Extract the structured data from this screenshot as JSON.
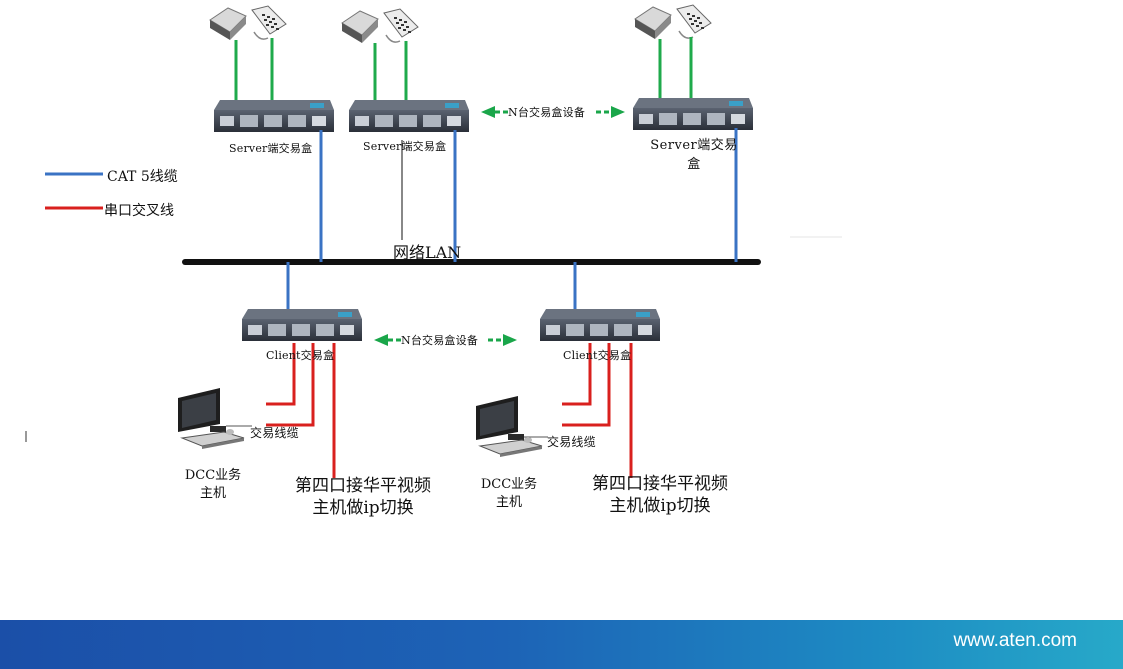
{
  "legend": {
    "cat5_label": "CAT 5线缆",
    "serial_label": "串口交叉线",
    "cat5_color": "#3a73c4",
    "serial_color": "#d9201e"
  },
  "network": {
    "lan_label": "网络LAN"
  },
  "servers": [
    {
      "label": "Server端交易盒"
    },
    {
      "label": "Server端交易盒"
    },
    {
      "label": "Server端交易盒"
    }
  ],
  "clients": [
    {
      "label": "Client交易盒",
      "cable_label": "交易线缆",
      "host_label": "DCC业务\n主机",
      "port_note": "第四口接华平视频\n主机做ip切换"
    },
    {
      "label": "Client交易盒",
      "cable_label": "交易线缆",
      "host_label": "DCC业务\n主机",
      "port_note": "第四口接华平视频\n主机做ip切换"
    }
  ],
  "arrows": {
    "top_label": "N台交易盒设备",
    "bottom_label": "N台交易盒设备",
    "color": "#1aa64a"
  },
  "peripheral_line_color": "#1faa4b",
  "footer": {
    "url": "www.aten.com"
  }
}
